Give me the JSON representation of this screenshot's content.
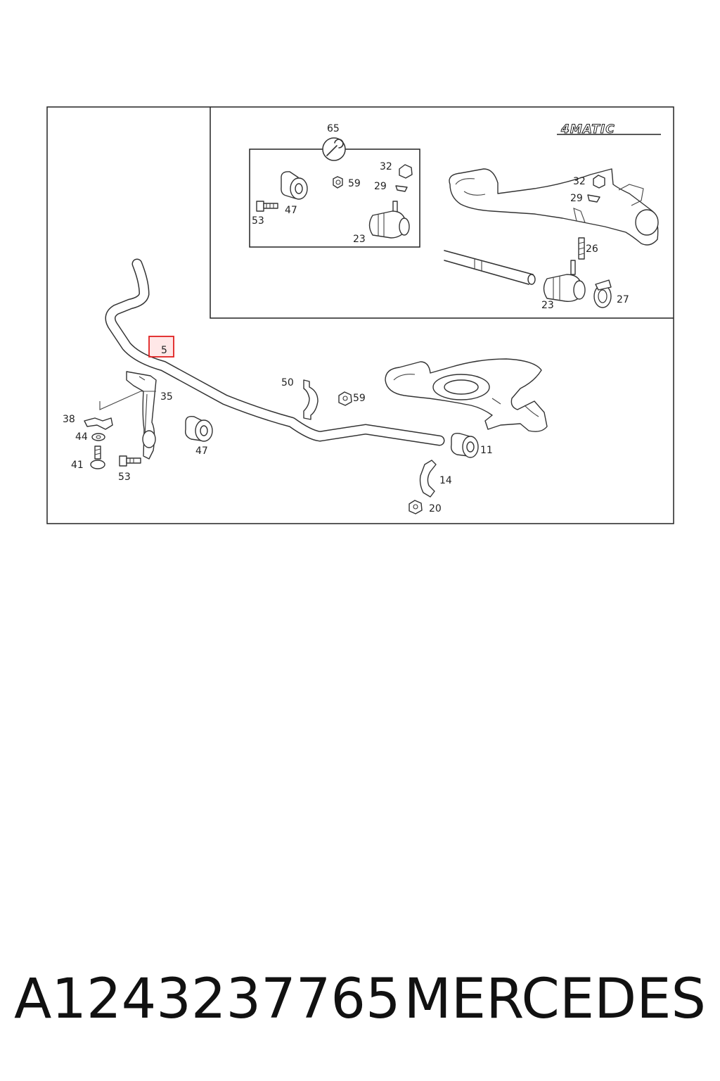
{
  "diagram": {
    "inset_badge": "4MATIC",
    "callouts": [
      {
        "id": "c65",
        "label": "65"
      },
      {
        "id": "c32a",
        "label": "32"
      },
      {
        "id": "c59a",
        "label": "59"
      },
      {
        "id": "c29a",
        "label": "29"
      },
      {
        "id": "c47a",
        "label": "47"
      },
      {
        "id": "c53a",
        "label": "53"
      },
      {
        "id": "c23a",
        "label": "23"
      },
      {
        "id": "c32b",
        "label": "32"
      },
      {
        "id": "c29b",
        "label": "29"
      },
      {
        "id": "c26",
        "label": "26"
      },
      {
        "id": "c23b",
        "label": "23"
      },
      {
        "id": "c27",
        "label": "27"
      },
      {
        "id": "c5",
        "label": "5"
      },
      {
        "id": "c35",
        "label": "35"
      },
      {
        "id": "c38",
        "label": "38"
      },
      {
        "id": "c44",
        "label": "44"
      },
      {
        "id": "c41",
        "label": "41"
      },
      {
        "id": "c53b",
        "label": "53"
      },
      {
        "id": "c47b",
        "label": "47"
      },
      {
        "id": "c50",
        "label": "50"
      },
      {
        "id": "c59b",
        "label": "59"
      },
      {
        "id": "c11",
        "label": "11"
      },
      {
        "id": "c14",
        "label": "14"
      },
      {
        "id": "c20",
        "label": "20"
      }
    ],
    "highlighted_callout": "5",
    "highlight_color": "#e02020"
  },
  "footer": {
    "part_number": "A1243237765",
    "brand": "MERCEDES"
  }
}
